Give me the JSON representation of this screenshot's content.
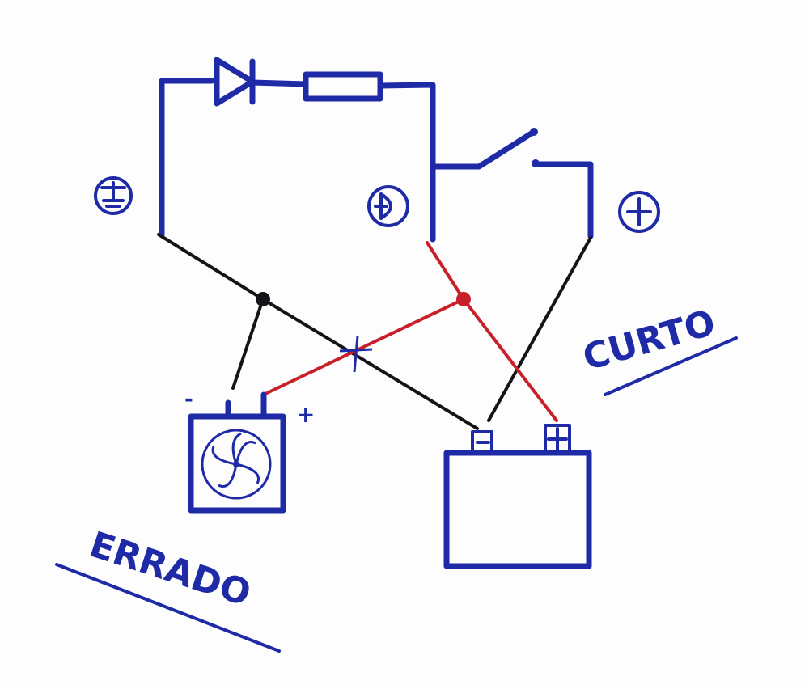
{
  "labels": {
    "wrong": "ERRADO",
    "short": "CURTO",
    "minus_sign": "-",
    "plus_sign": "+"
  },
  "colors": {
    "ink_blue": "#1f2aa6",
    "wire_black": "#141418",
    "wire_red": "#c8202a",
    "paper": "#fdfdfd"
  },
  "components": [
    "diode",
    "resistor",
    "switch",
    "fan",
    "battery"
  ]
}
